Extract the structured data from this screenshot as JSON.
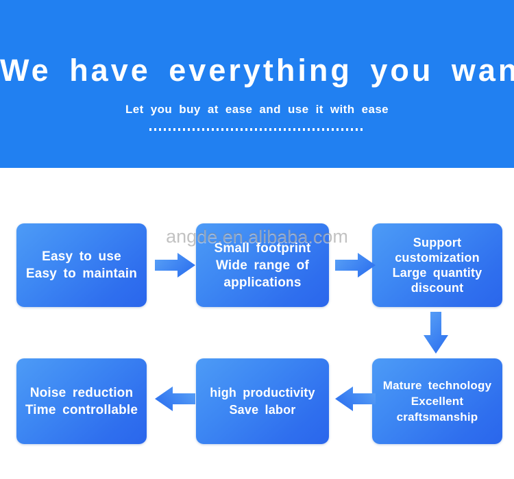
{
  "banner": {
    "title": "We have everything you want",
    "subtitle": "Let you buy at ease and use it with ease",
    "background_color": "#2180f1",
    "text_color": "#ffffff",
    "divider": "dotted-line"
  },
  "watermark": {
    "text": "angde.en.alibaba.com"
  },
  "flow": {
    "accent_color": "#3d87f3",
    "node_gradient_from": "#4d9bf6",
    "node_gradient_to": "#2a66ec",
    "nodes": [
      {
        "id": "easy",
        "lines": [
          "Easy to use",
          "Easy to maintain"
        ]
      },
      {
        "id": "footprint",
        "lines": [
          "Small footprint",
          "Wide range of",
          "applications"
        ]
      },
      {
        "id": "support",
        "lines": [
          "Support",
          "customization",
          "Large quantity",
          "discount"
        ]
      },
      {
        "id": "mature",
        "lines": [
          "Mature technology",
          "Excellent",
          "craftsmanship"
        ]
      },
      {
        "id": "productivity",
        "lines": [
          "high productivity",
          "Save labor"
        ]
      },
      {
        "id": "noise",
        "lines": [
          "Noise reduction",
          "Time controllable"
        ]
      }
    ],
    "arrows": [
      {
        "id": "r1",
        "direction": "right",
        "from": "easy",
        "to": "footprint"
      },
      {
        "id": "r2",
        "direction": "right",
        "from": "footprint",
        "to": "support"
      },
      {
        "id": "down",
        "direction": "down",
        "from": "support",
        "to": "mature"
      },
      {
        "id": "l1",
        "direction": "left",
        "from": "mature",
        "to": "productivity"
      },
      {
        "id": "l2",
        "direction": "left",
        "from": "productivity",
        "to": "noise"
      }
    ]
  }
}
